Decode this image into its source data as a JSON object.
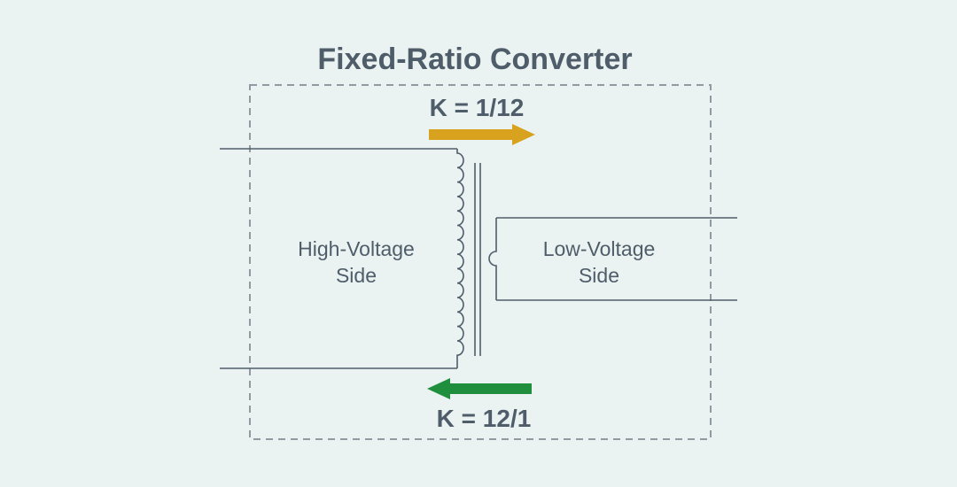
{
  "diagram": {
    "title": "Fixed-Ratio Converter",
    "forward_ratio": "K = 1/12",
    "reverse_ratio": "K = 12/1",
    "high_side": {
      "line1": "High-Voltage",
      "line2": "Side"
    },
    "low_side": {
      "line1": "Low-Voltage",
      "line2": "Side"
    },
    "colors": {
      "background": "#eaf3f1",
      "lines": "#4f5d6b",
      "boundary": "#8f9aa3",
      "forward_arrow": "#d9a21e",
      "reverse_arrow": "#1f8f3e"
    }
  }
}
